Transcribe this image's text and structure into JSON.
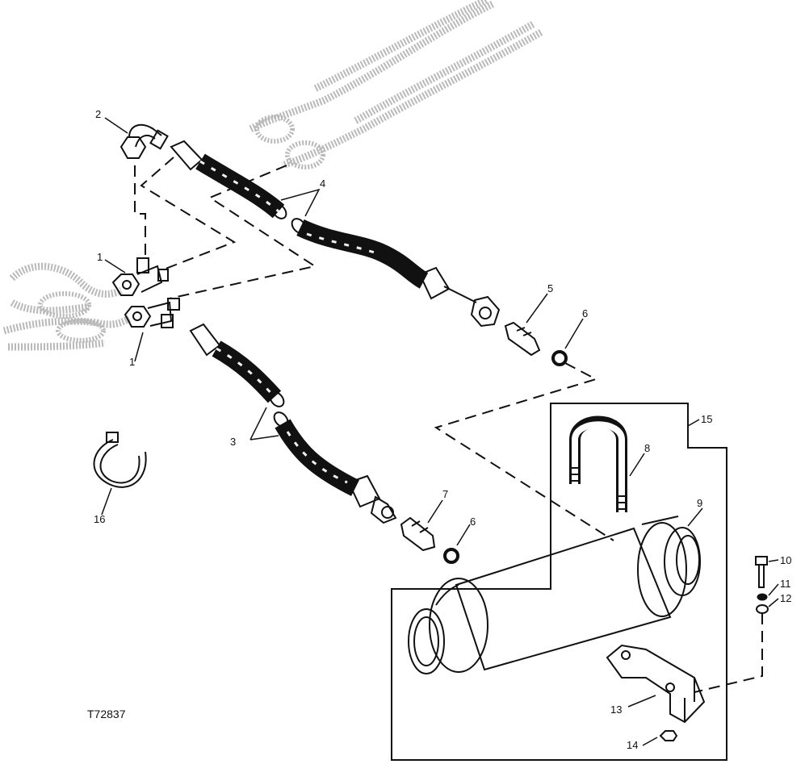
{
  "figure": {
    "id_label": "T72837"
  },
  "callouts": [
    {
      "key": "c1a",
      "label": "1"
    },
    {
      "key": "c1b",
      "label": "1"
    },
    {
      "key": "c2",
      "label": "2"
    },
    {
      "key": "c3",
      "label": "3"
    },
    {
      "key": "c4",
      "label": "4"
    },
    {
      "key": "c5",
      "label": "5"
    },
    {
      "key": "c6a",
      "label": "6"
    },
    {
      "key": "c6b",
      "label": "6"
    },
    {
      "key": "c7",
      "label": "7"
    },
    {
      "key": "c8",
      "label": "8"
    },
    {
      "key": "c9",
      "label": "9"
    },
    {
      "key": "c10",
      "label": "10"
    },
    {
      "key": "c11",
      "label": "11"
    },
    {
      "key": "c12",
      "label": "12"
    },
    {
      "key": "c13",
      "label": "13"
    },
    {
      "key": "c14",
      "label": "14"
    },
    {
      "key": "c15",
      "label": "15"
    },
    {
      "key": "c16",
      "label": "16"
    }
  ]
}
